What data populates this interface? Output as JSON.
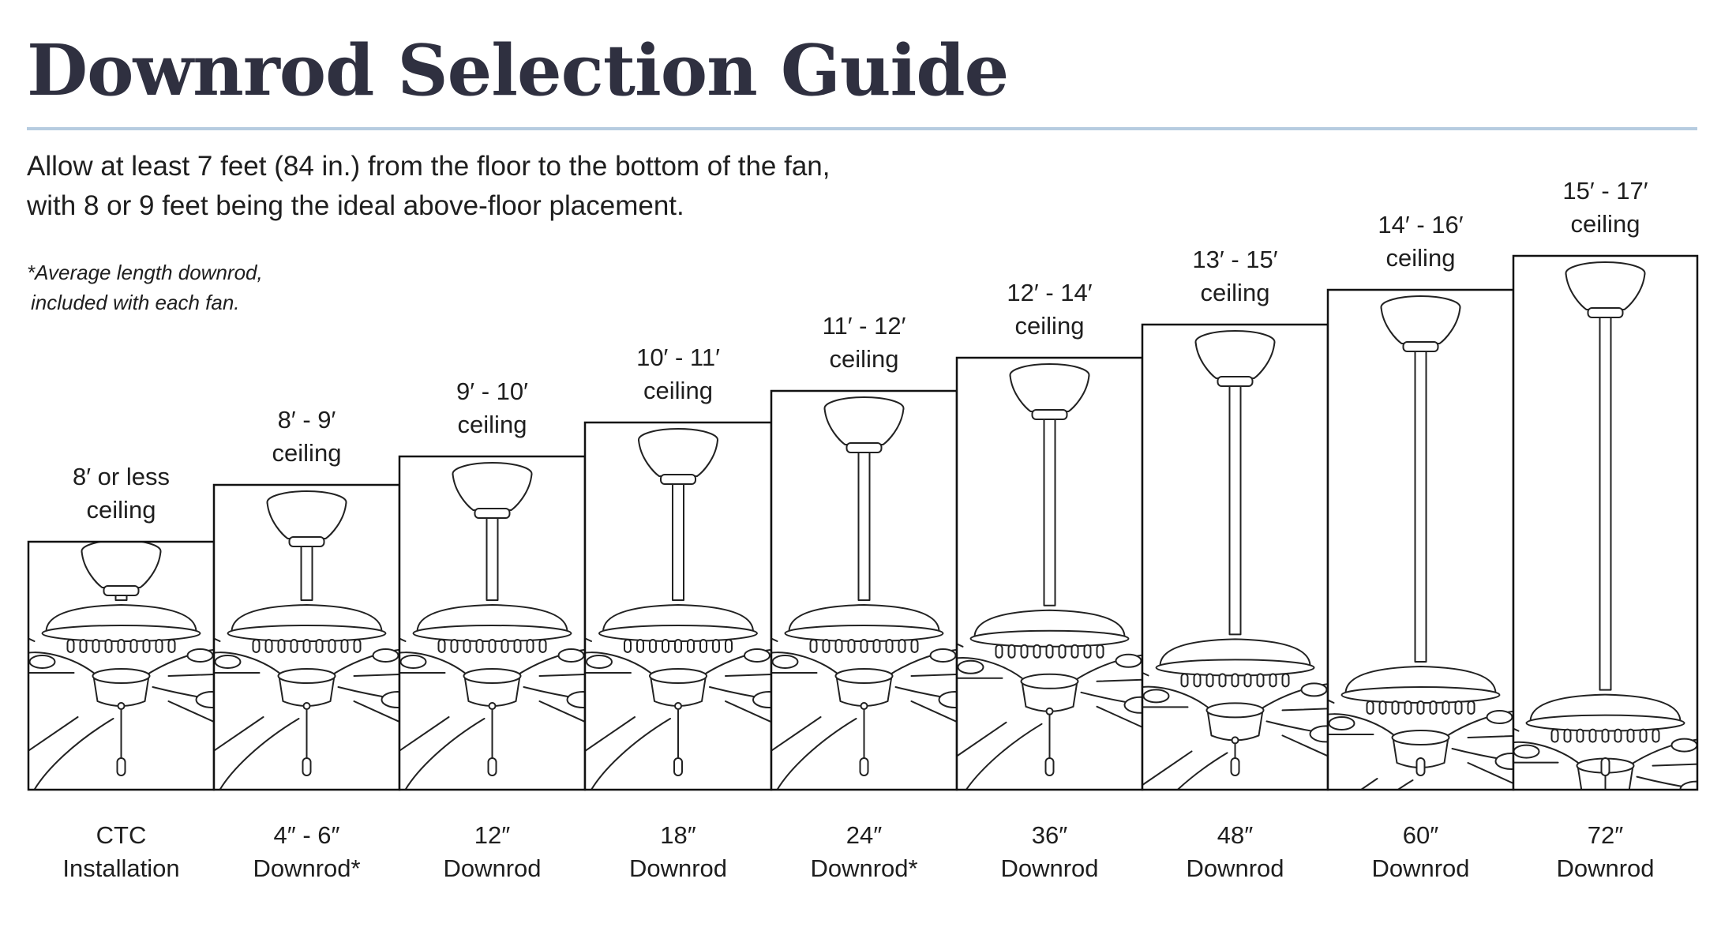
{
  "title": "Downrod Selection Guide",
  "intro": {
    "line1": "Allow at least 7 feet (84 in.) from the floor to the bottom of the fan,",
    "line2": "with 8 or 9 feet being the ideal above-floor placement."
  },
  "footnote": {
    "line1": "*Average length downrod,",
    "line2": "included with each fan."
  },
  "columns": [
    {
      "ceiling": [
        "8′ or less",
        "ceiling"
      ],
      "downrod": [
        "CTC",
        "Installation"
      ],
      "downrod_length_in": 0
    },
    {
      "ceiling": [
        "8′ - 9′",
        "ceiling"
      ],
      "downrod": [
        "4″ - 6″",
        "Downrod*"
      ],
      "downrod_length_in": 5
    },
    {
      "ceiling": [
        "9′ - 10′",
        "ceiling"
      ],
      "downrod": [
        "12″",
        "Downrod"
      ],
      "downrod_length_in": 12
    },
    {
      "ceiling": [
        "10′ - 11′",
        "ceiling"
      ],
      "downrod": [
        "18″",
        "Downrod"
      ],
      "downrod_length_in": 18
    },
    {
      "ceiling": [
        "11′ - 12′",
        "ceiling"
      ],
      "downrod": [
        "24″",
        "Downrod*"
      ],
      "downrod_length_in": 24
    },
    {
      "ceiling": [
        "12′ - 14′",
        "ceiling"
      ],
      "downrod": [
        "36″",
        "Downrod"
      ],
      "downrod_length_in": 36
    },
    {
      "ceiling": [
        "13′ - 15′",
        "ceiling"
      ],
      "downrod": [
        "48″",
        "Downrod"
      ],
      "downrod_length_in": 48
    },
    {
      "ceiling": [
        "14′ - 16′",
        "ceiling"
      ],
      "downrod": [
        "60″",
        "Downrod"
      ],
      "downrod_length_in": 60
    },
    {
      "ceiling": [
        "15′ - 17′",
        "ceiling"
      ],
      "downrod": [
        "72″",
        "Downrod"
      ],
      "downrod_length_in": 72
    }
  ],
  "colors": {
    "title": "#2f3040",
    "rule": "#b6cce0",
    "line": "#222222"
  },
  "icons": [
    "ceiling-fan-icon",
    "canopy-icon",
    "downrod-icon",
    "pull-chain-icon"
  ]
}
